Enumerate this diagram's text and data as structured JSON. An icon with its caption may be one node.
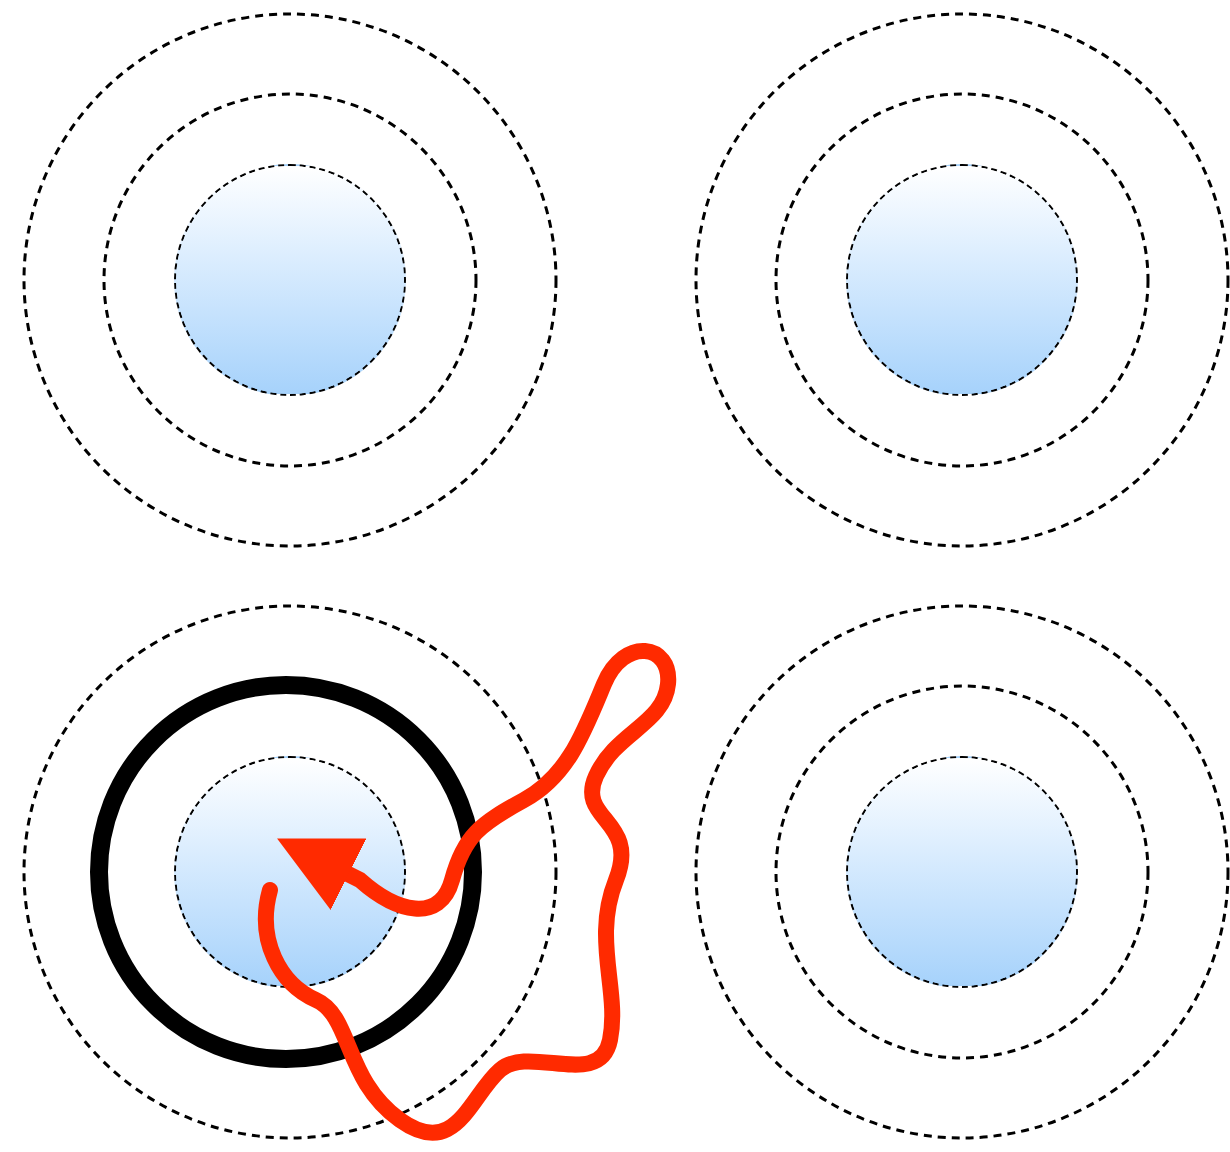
{
  "diagram": {
    "nodes": [
      {
        "text": [],
        "shape": "circle"
      },
      {
        "text": [],
        "shape": "circle"
      },
      {
        "text": [],
        "shape": "ring"
      },
      {
        "text": [],
        "shape": "circle",
        "in": 2
      },
      {
        "text": [],
        "shape": "circle"
      }
    ],
    "edges": [
      {
        "from": 3,
        "to": 3,
        "arrow": "to",
        "color": "#ff2a00"
      }
    ]
  }
}
